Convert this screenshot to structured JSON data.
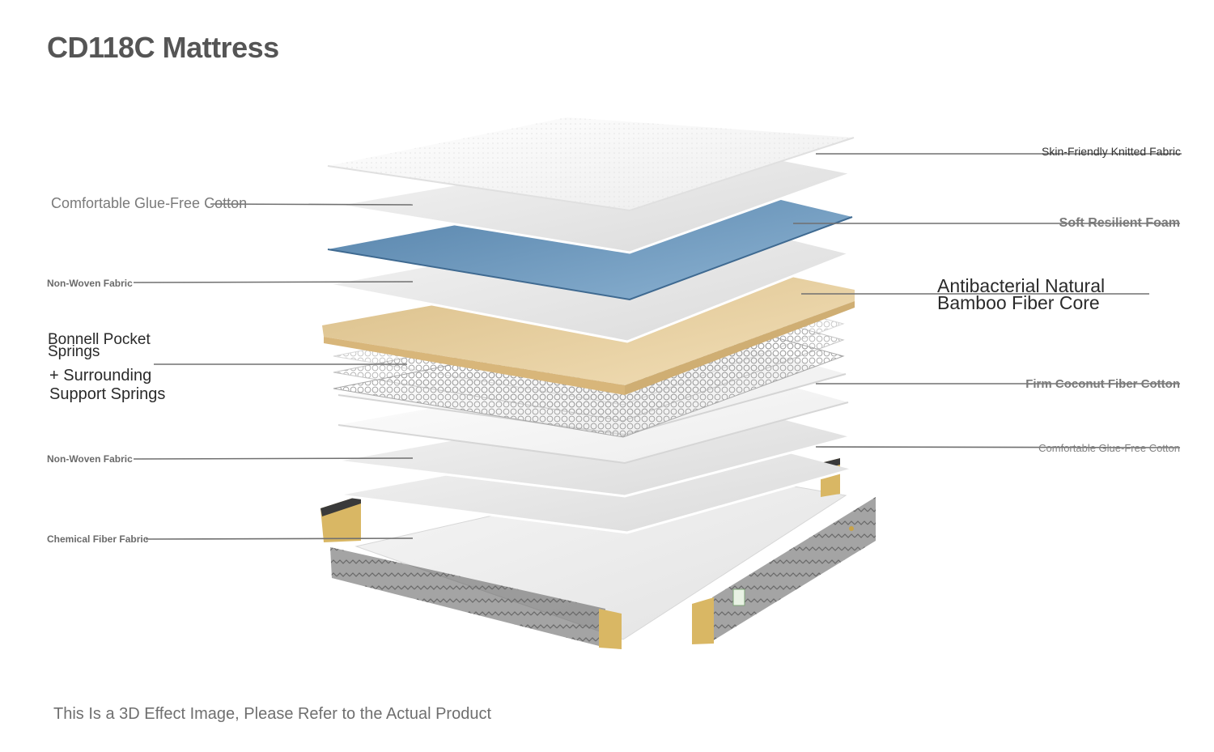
{
  "title": "CD118C Mattress",
  "footnote": "This Is a 3D Effect Image, Please Refer to the Actual Product",
  "labels_left": {
    "glue_free_cotton": "Comfortable Glue-Free Cotton",
    "non_woven_top": "Non-Woven Fabric",
    "bonnell_line1": "Bonnell Pocket",
    "bonnell_line2": "Springs",
    "surround_line1": "+ Surrounding",
    "surround_line2": "Support Springs",
    "non_woven_bottom": "Non-Woven Fabric",
    "chemical_fiber": "Chemical Fiber Fabric"
  },
  "labels_right": {
    "knitted_fabric": "Skin-Friendly Knitted Fabric",
    "resilient_foam": "Soft Resilient Foam",
    "bamboo_line1": "Antibacterial Natural",
    "bamboo_line2": "Bamboo Fiber Core",
    "coconut_fiber": "Firm Coconut Fiber Cotton",
    "glue_free_cotton": "Comfortable Glue-Free Cotton"
  },
  "colors": {
    "fabric_white": "#f2f2f2",
    "layer_grey": "#e0e0e0",
    "foam_blue": "#6f9cc1",
    "bamboo_tan": "#e8cf9e",
    "spring_wire": "#9a9a9a",
    "border_dark": "#5a5a5a",
    "border_gold": "#c8a24a",
    "leader_line": "#707070"
  }
}
